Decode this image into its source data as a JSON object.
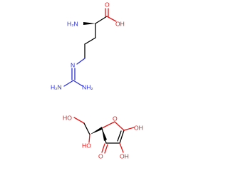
{
  "molecules": [
    {
      "labels": {
        "amine": "H₂N",
        "acid_oh": "OH",
        "acid_o": "O",
        "imine_n": "N",
        "guan_nh2_left": "H₂N",
        "guan_nh2_right": "NH₂"
      }
    },
    {
      "labels": {
        "ho_top": "HO",
        "ho_mid": "HO",
        "ring_o": "O",
        "ring_oh_top": "OH",
        "ring_oh_bottom": "OH",
        "keto_o": "O"
      }
    }
  ],
  "colors": {
    "bond": "#000000",
    "nitrogen": "#2a2fd6",
    "oxygen": "#e01818"
  }
}
